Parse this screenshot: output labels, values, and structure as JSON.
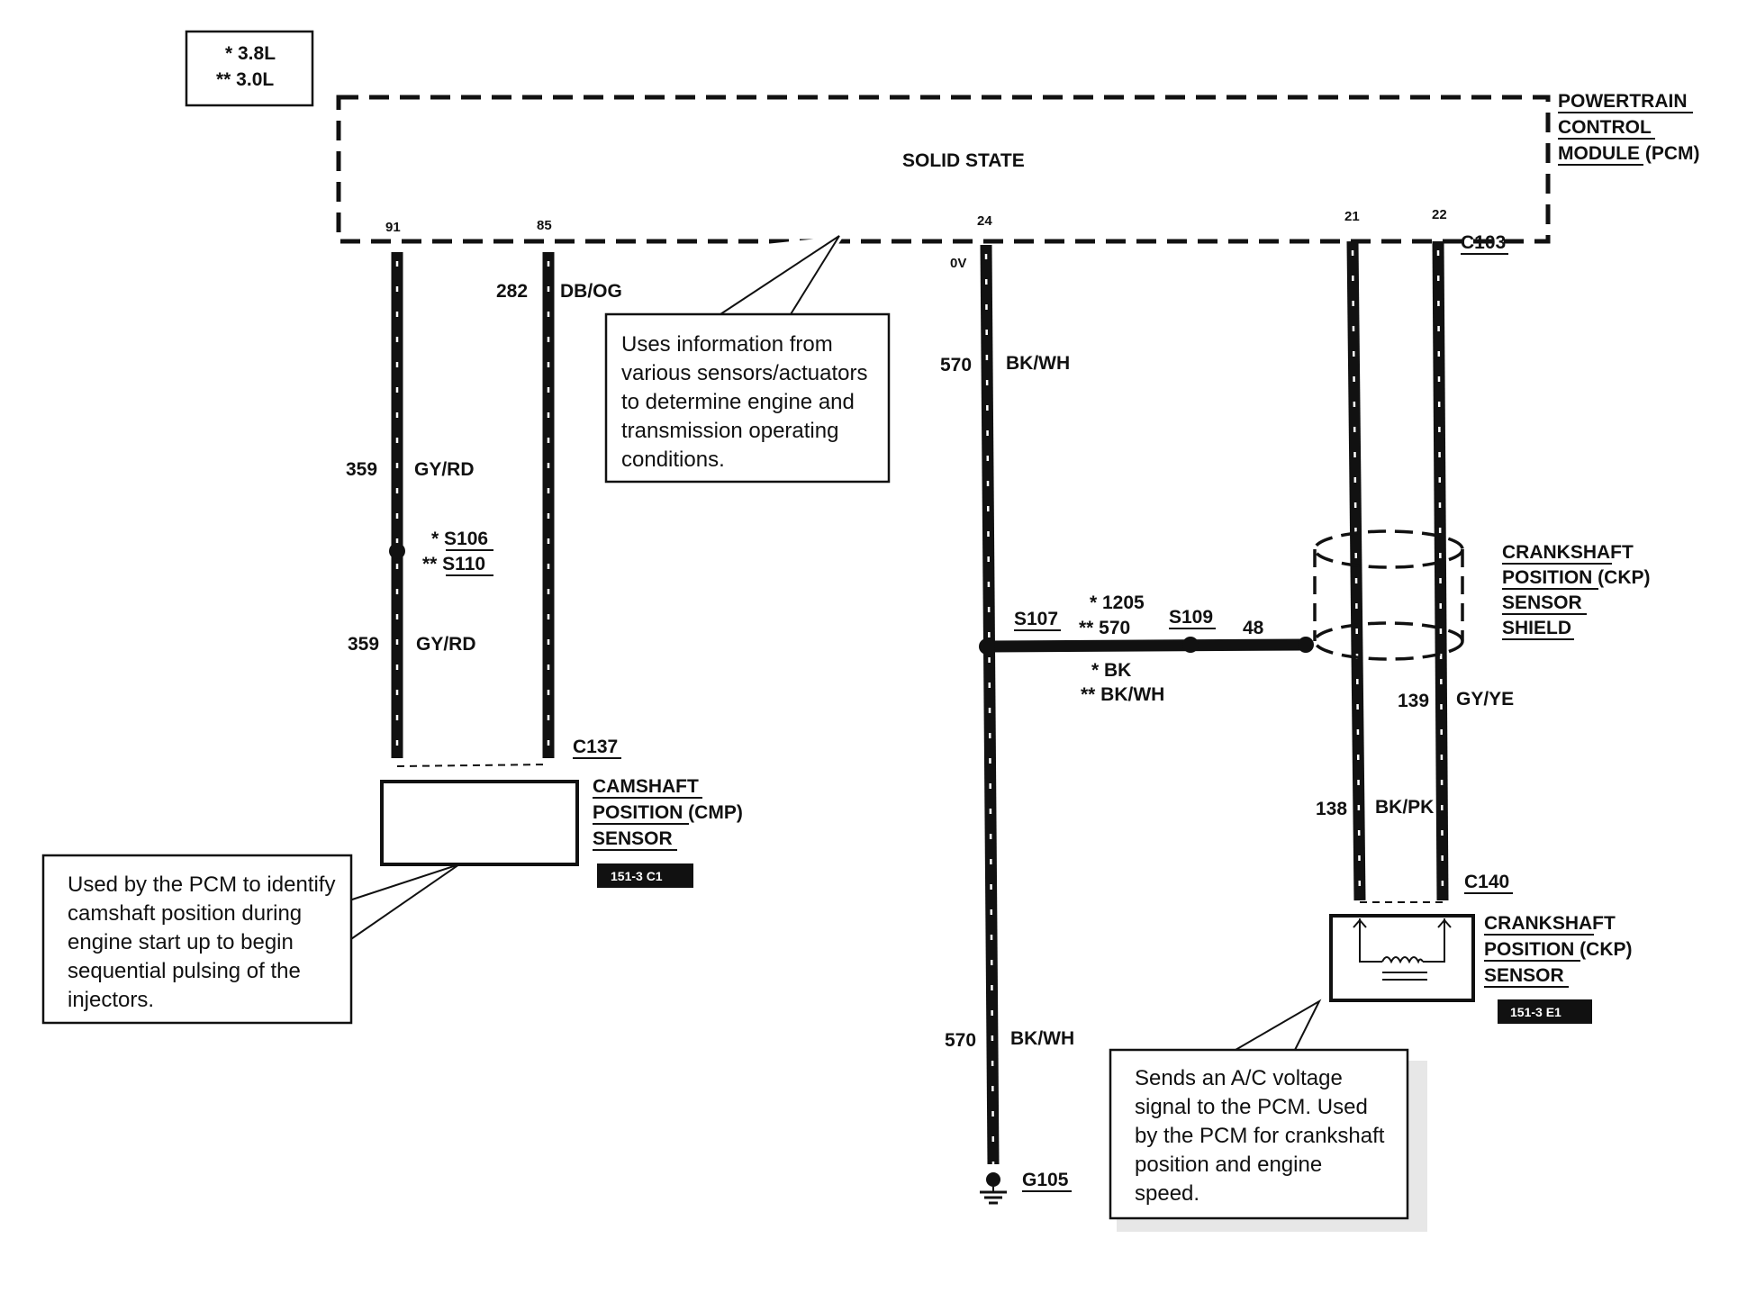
{
  "legend": {
    "line1": "* 3.8L",
    "line2": "** 3.0L"
  },
  "pcm": {
    "name_line1": "POWERTRAIN",
    "name_line2": "CONTROL",
    "name_line3": "MODULE (PCM)",
    "state": "SOLID STATE",
    "connector": "C103",
    "voltage": "0V",
    "pins": {
      "p91": "91",
      "p85": "85",
      "p24": "24",
      "p21": "21",
      "p22": "22"
    },
    "note": [
      "Uses information from",
      "various sensors/actuators",
      "to determine engine and",
      "transmission operating",
      "conditions."
    ]
  },
  "cmp_circuit": {
    "wire_a_number": "282",
    "wire_a_color": "DB/OG",
    "wire_b_number": "359",
    "wire_b_color": "GY/RD",
    "wire_c_number": "359",
    "wire_c_color": "GY/RD",
    "splice_38": "* S106",
    "splice_30": "** S110",
    "connector": "C137",
    "sensor_line1": "CAMSHAFT",
    "sensor_line2": "POSITION (CMP)",
    "sensor_line3": "SENSOR",
    "ref": "151-3 C1",
    "note": [
      "Used by the PCM to identify",
      "camshaft position during",
      "engine start up to begin",
      "sequential pulsing of the",
      "injectors."
    ]
  },
  "ground_circuit": {
    "wire_top_number": "570",
    "wire_top_color": "BK/WH",
    "wire_bot_number": "570",
    "wire_bot_color": "BK/WH",
    "splice_a": "S107",
    "splice_b": "S109",
    "hwire_num_38": "* 1205",
    "hwire_num_30": "** 570",
    "hwire_col_38": "* BK",
    "hwire_col_30": "** BK/WH",
    "shield_wire": "48",
    "ground": "G105"
  },
  "ckp_circuit": {
    "wire_a_number": "139",
    "wire_a_color": "GY/YE",
    "wire_b_number": "138",
    "wire_b_color": "BK/PK",
    "shield_line1": "CRANKSHAFT",
    "shield_line2": "POSITION (CKP)",
    "shield_line3": "SENSOR",
    "shield_line4": "SHIELD",
    "connector": "C140",
    "sensor_line1": "CRANKSHAFT",
    "sensor_line2": "POSITION (CKP)",
    "sensor_line3": "SENSOR",
    "ref": "151-3 E1",
    "note": [
      "Sends an A/C voltage",
      "signal to the PCM.  Used",
      "by the PCM for crankshaft",
      "position and engine",
      "speed."
    ]
  }
}
